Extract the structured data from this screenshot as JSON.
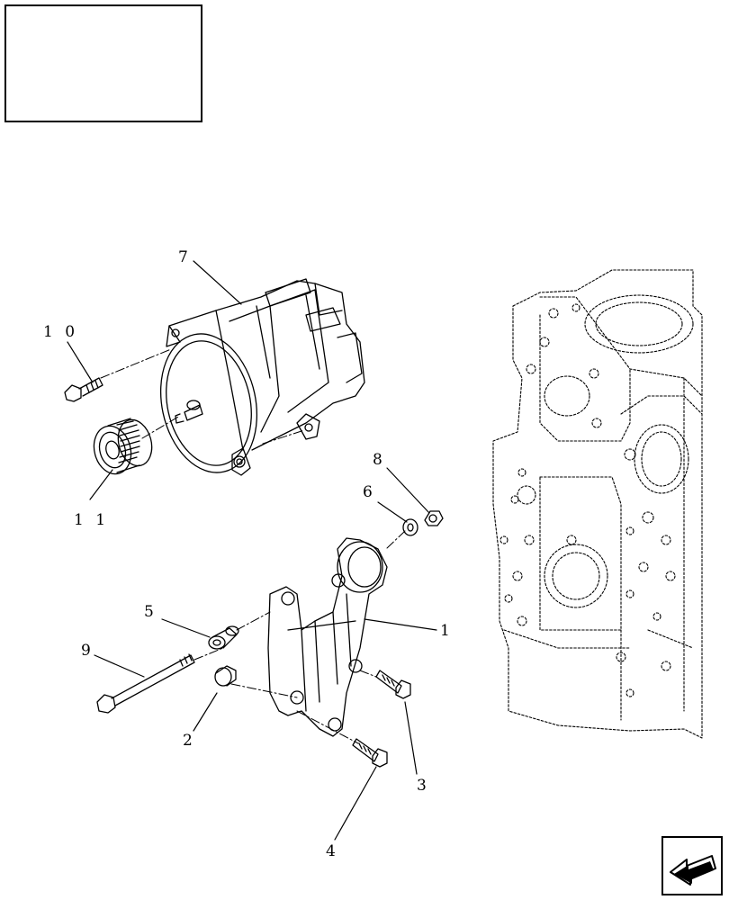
{
  "title_box": {
    "text": ""
  },
  "callouts": {
    "c1": "1",
    "c2": "2",
    "c3": "3",
    "c4": "4",
    "c5": "5",
    "c6": "6",
    "c7": "7",
    "c8": "8",
    "c9": "9",
    "c10": "1 0",
    "c11": "1 1"
  },
  "nav": {
    "icon": "arrow-previous-icon"
  }
}
